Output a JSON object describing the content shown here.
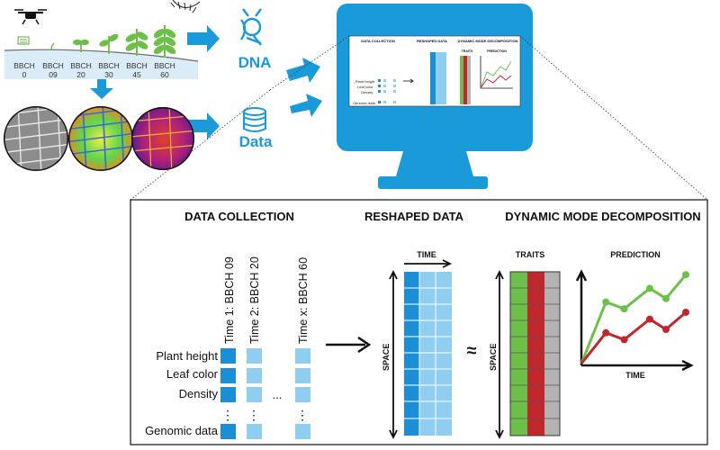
{
  "field": {
    "stages": [
      {
        "label": "BBCH",
        "num": "0"
      },
      {
        "label": "BBCH",
        "num": "09"
      },
      {
        "label": "BBCH",
        "num": "20"
      },
      {
        "label": "BBCH",
        "num": "30"
      },
      {
        "label": "BBCH",
        "num": "45"
      },
      {
        "label": "BBCH",
        "num": "60"
      }
    ]
  },
  "labels": {
    "dna": "DNA",
    "data": "Data"
  },
  "monitor_preview": {
    "col1": "DATA COLLECTION",
    "col2": "RESHAPED DATA",
    "col3": "DYNAMIC MODE DECOMPOSITION",
    "rows": [
      "Plant height",
      "Leaf color",
      "Density",
      "Genomic data"
    ],
    "traits": "TRAITS",
    "prediction": "PREDICTION"
  },
  "panel": {
    "col1_title": "DATA COLLECTION",
    "col2_title": "RESHAPED DATA",
    "col3_title": "DYNAMIC MODE DECOMPOSITION",
    "time_headers": [
      "Time 1: BBCH 09",
      "Time 2: BBCH 20",
      "Time x: BBCH 60"
    ],
    "row_labels": [
      "Plant height",
      "Leaf color",
      "Density",
      "Genomic data"
    ],
    "ellipsis_h": "...",
    "ellipsis_v": "⋮",
    "time_axis": "TIME",
    "space_axis": "SPACE",
    "approx": "≈",
    "traits_title": "TRAITS",
    "prediction_title": "PREDICTION",
    "prediction_xlabel": "TIME"
  },
  "colors": {
    "accent_blue": "#1a9ad8",
    "cell_dark": "#1b8fd6",
    "cell_light": "#8fcdf1",
    "green": "#6cc04a",
    "red": "#c0272d",
    "gray": "#b3b3b3"
  },
  "prediction_series": {
    "green": [
      0,
      1.8,
      1.6,
      2.2,
      1.9,
      2.6
    ],
    "red": [
      0,
      0.9,
      0.7,
      1.3,
      1.0,
      1.5
    ]
  }
}
